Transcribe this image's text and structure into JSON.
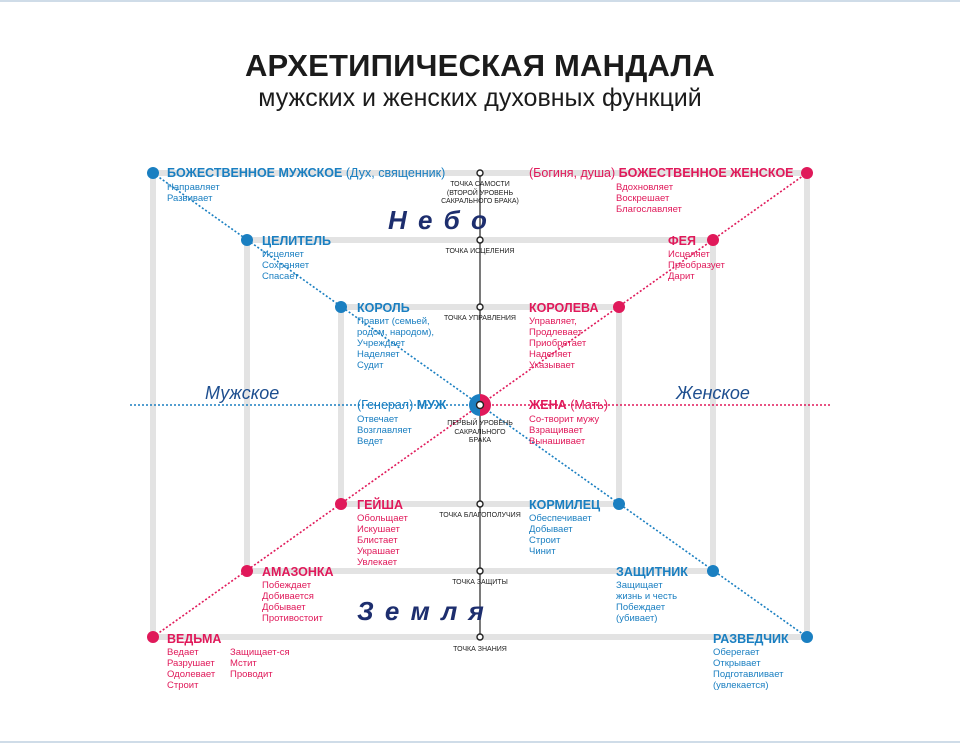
{
  "header": {
    "title": "АРХЕТИПИЧЕСКАЯ МАНДАЛА",
    "subtitle": "мужских и женских духовных функций"
  },
  "regions": {
    "sky": "Н е б о",
    "earth": "З е м л я",
    "male": "Мужское",
    "female": "Женское"
  },
  "axis_points": [
    {
      "label": "ТОЧКА САМОСТИ (ВТОРОЙ УРОВЕНЬ САКРАЛЬНОГО БРАКА)"
    },
    {
      "label": "ТОЧКА ИСЦЕЛЕНИЯ"
    },
    {
      "label": "ТОЧКА УПРАВЛЕНИЯ"
    },
    {
      "label": "ПЕРВЫЙ УРОВЕНЬ САКРАЛЬНОГО БРАКА"
    },
    {
      "label": "ТОЧКА БЛАГОПОЛУЧИЯ"
    },
    {
      "label": "ТОЧКА ЗАЩИТЫ"
    },
    {
      "label": "ТОЧКА ЗНАНИЯ"
    }
  ],
  "archetypes": {
    "divine_male": {
      "name": "БОЖЕСТВЕННОЕ МУЖСКОЕ",
      "note": "(Дух, священник)",
      "verbs": [
        "Направляет",
        "Развивает"
      ]
    },
    "divine_female": {
      "name": "БОЖЕСТВЕННОЕ ЖЕНСКОЕ",
      "note": "(Богиня, душа)",
      "verbs": [
        "Вдохновляет",
        "Воскрешает",
        "Благославляет"
      ]
    },
    "healer": {
      "name": "ЦЕЛИТЕЛЬ",
      "verbs": [
        "Исцеляет",
        "Сохраняет",
        "Спасает"
      ]
    },
    "fairy": {
      "name": "ФЕЯ",
      "verbs": [
        "Исцеляет",
        "Преобразует",
        "Дарит"
      ]
    },
    "king": {
      "name": "КОРОЛЬ",
      "verbs": [
        "Правит (семьей,",
        "родом, народом),",
        "Учреждает",
        "Наделяет",
        "Судит"
      ]
    },
    "queen": {
      "name": "КОРОЛЕВА",
      "verbs": [
        "Управляет,",
        "Продлевает",
        "Приобретает",
        "Наделяет",
        "Указывает"
      ]
    },
    "husband": {
      "name": "МУЖ",
      "note": "(Генерал)",
      "verbs": [
        "Отвечает",
        "Возглавляет",
        "Ведет"
      ]
    },
    "wife": {
      "name": "ЖЕНА",
      "note": "(Мать)",
      "verbs": [
        "Со-творит мужу",
        "Взращивает",
        "Вынашивает"
      ]
    },
    "geisha": {
      "name": "ГЕЙША",
      "verbs": [
        "Обольщает",
        "Искушает",
        "Блистает",
        "Украшает",
        "Увлекает"
      ]
    },
    "provider": {
      "name": "КОРМИЛЕЦ",
      "verbs": [
        "Обеспечивает",
        "Добывает",
        "Строит",
        "Чинит"
      ]
    },
    "amazon": {
      "name": "АМАЗОНКА",
      "verbs": [
        "Побеждает",
        "Добивается",
        "Добывает",
        "Противостоит"
      ]
    },
    "defender": {
      "name": "ЗАЩИТНИК",
      "verbs": [
        "Защищает",
        "жизнь и честь",
        "Побеждает",
        "(убивает)"
      ]
    },
    "witch": {
      "name": "ВЕДЬМА",
      "verbs": [
        "Ведает",
        "Разрушает",
        "Одолевает",
        "Строит"
      ],
      "verbs2": [
        "Защищает-ся",
        "Мстит",
        "Проводит"
      ]
    },
    "scout": {
      "name": "РАЗВЕДЧИК",
      "verbs": [
        "Оберегает",
        "Открывает",
        "Подготавливает",
        "(увлекается)"
      ]
    }
  },
  "colors": {
    "male": "#1a7fc1",
    "female": "#e0195a",
    "dark": "#1d2e6e",
    "frame": "#e4e4e4"
  }
}
